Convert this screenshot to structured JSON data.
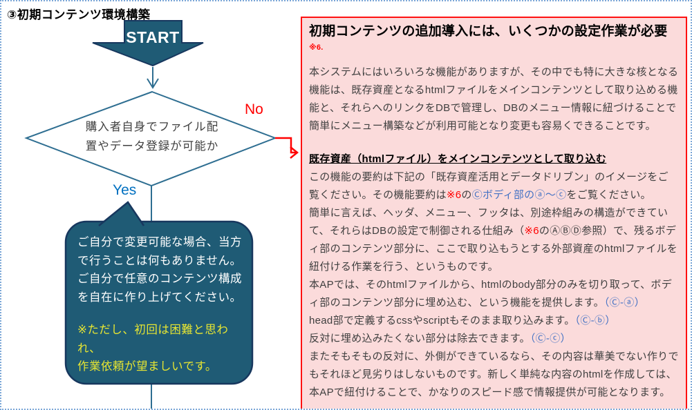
{
  "page": {
    "title": "③初期コンテンツ環境構築"
  },
  "flowchart": {
    "start_label": "START",
    "decision_line1": "購入者自身でファイル配",
    "decision_line2": "置やデータ登録が可能か",
    "no_label": "No",
    "yes_label": "Yes",
    "bubble": {
      "line1": "ご自分で変更可能な場合、当方",
      "line2": "で行うことは何もありません。",
      "line3": "ご自分で任意のコンテンツ構成",
      "line4": "を自在に作り上げてください。",
      "note1": "※ただし、初回は困難と思われ、",
      "note2": "作業依頼が望ましいです。"
    }
  },
  "panel": {
    "title": "初期コンテンツの追加導入には、いくつかの設定作業が必要",
    "title_sup": "※6.",
    "p1": "本システムにはいろいろな機能がありますが、その中でも特に大きな核となる機能は、既存資産となるhtmlファイルをメインコンテンツとして取り込める機能と、それらへのリンクをDBで管理し、DBのメニュー情報に紐づけることで簡単にメニュー構築などが利用可能となり変更も容易くできることです。",
    "h2": "既存資産（htmlファイル）をメインコンテンツとして取り込む",
    "p2": {
      "t1": "この機能の要約は下記の「既存資産活用とデータドリブン」のイメージをご覧ください。その機能要約は",
      "ref1": "※6",
      "t2": "の",
      "link": "Ⓒボディ部のⓐ～ⓒ",
      "t3": "をご覧ください。"
    },
    "p3": {
      "t1": "簡単に言えば、ヘッダ、メニュー、フッタは、別途枠組みの構造ができていて、それらはDBの設定で制御される仕組み（",
      "ref1": "※6",
      "t2": "のⒶⒷⒹ参照）で、残るボディ部のコンテンツ部分に、ここで取り込もうとする外部資産のhtmlファイルを紐付ける作業を行う、というものです。"
    },
    "p4": {
      "l1": "本APでは、そのhtmlファイルから、htmlのbody部分のみを切り取って、ボディ部のコンテンツ部分に埋め込む、という機能を提供します。",
      "l1_ref": "（Ⓒ-ⓐ）",
      "l2": "head部で定義するcssやscriptもそのまま取り込みます。",
      "l2_ref": "（Ⓒ-ⓑ）",
      "l3": "反対に埋め込みたくない部分は除去できます。",
      "l3_ref": "（Ⓒ-ⓒ）"
    },
    "p5": "またそもそもの反対に、外側ができているなら、その内容は華美でない作りでもそれほど見劣りはしないものです。新しく単純な内容のhtmlを作成しては、本APで紐付けることで、かなりのスピード感で情報提供が可能となります。"
  },
  "colors": {
    "shape_fill": "#1F5B75",
    "shape_border": "#17375E",
    "flow_line": "#2E6E91",
    "no_red": "#FF0000",
    "yes_blue": "#0070C0",
    "bubble_note_yellow": "#E6E532",
    "panel_background": "#FBDBDB",
    "panel_border": "#FE1010",
    "inline_link_blue": "#4472C4",
    "body_text": "#3F3F3F",
    "page_border": "#7BA7D7"
  }
}
